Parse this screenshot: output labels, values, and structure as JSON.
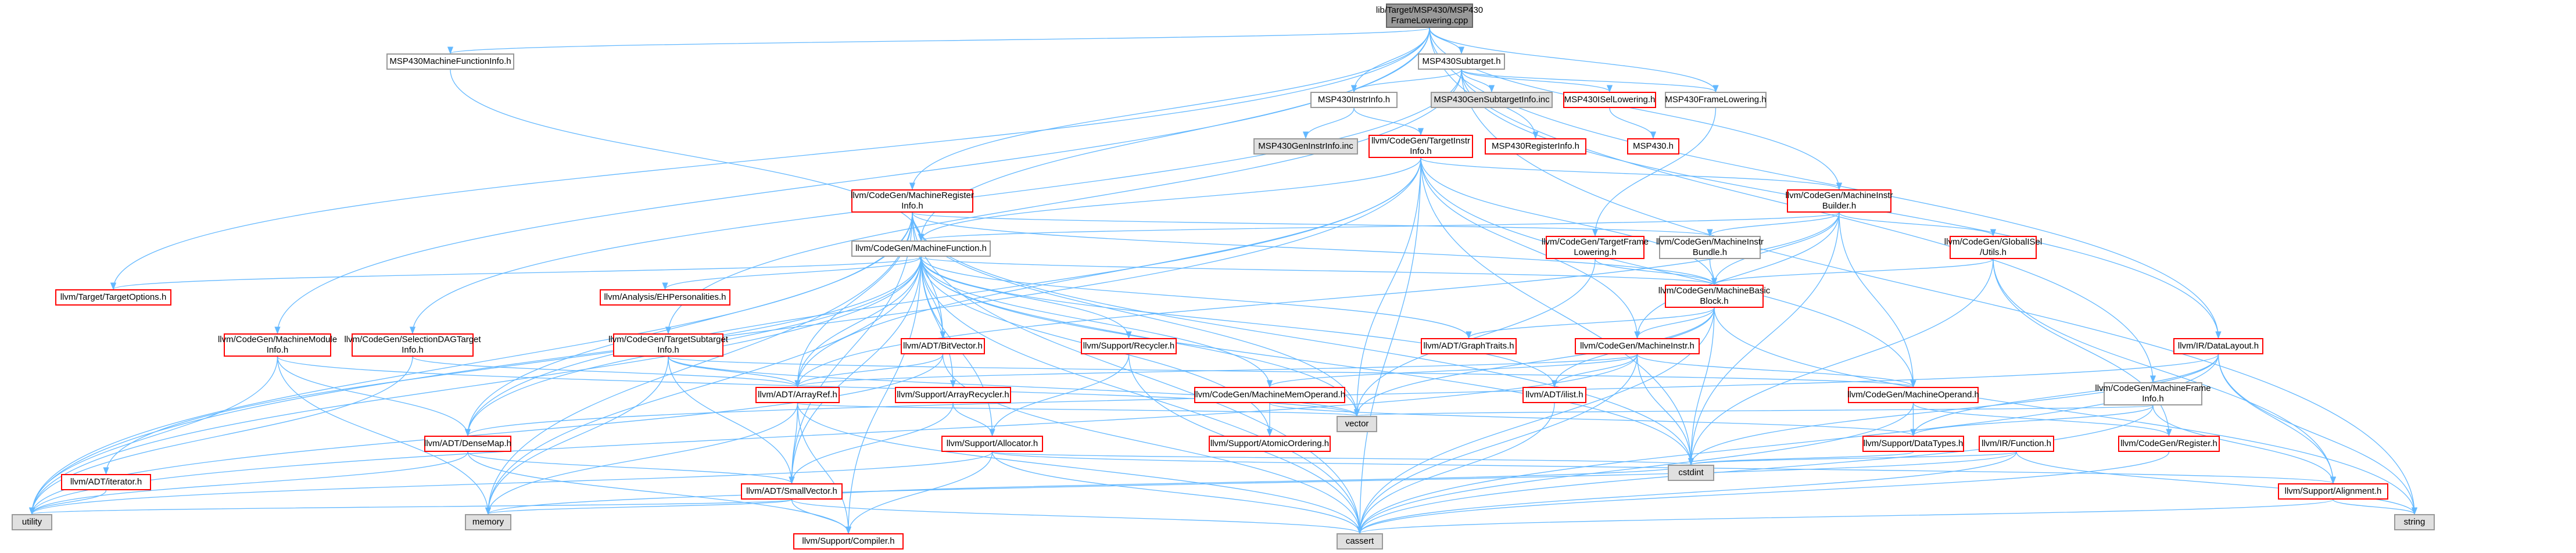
{
  "graph": {
    "edge_color": "#63b8ff",
    "nodes": {
      "root": "lib/Target/MSP430/MSP430\nFrameLowering.cpp",
      "mfi": "MSP430MachineFunctionInfo.h",
      "subtarget": "MSP430Subtarget.h",
      "instrinfo": "MSP430InstrInfo.h",
      "subtargetinfo": "MSP430GenSubtargetInfo.inc",
      "isellowering": "MSP430ISelLowering.h",
      "framelowering": "MSP430FrameLowering.h",
      "geninstrinfo": "MSP430GenInstrInfo.inc",
      "targetinstrinfo": "llvm/CodeGen/TargetInstr\nInfo.h",
      "registerinfo": "MSP430RegisterInfo.h",
      "msp430h": "MSP430.h",
      "machineregisterinfo": "llvm/CodeGen/MachineRegister\nInfo.h",
      "machineinstrbuilder": "llvm/CodeGen/MachineInstr\nBuilder.h",
      "machinefunction": "llvm/CodeGen/MachineFunction.h",
      "targetframelowering": "llvm/CodeGen/TargetFrame\nLowering.h",
      "machineinstrbundle": "llvm/CodeGen/MachineInstr\nBundle.h",
      "globalisel": "llvm/CodeGen/GlobalISel\n/Utils.h",
      "targetoptions": "llvm/Target/TargetOptions.h",
      "ehpersonalities": "llvm/Analysis/EHPersonalities.h",
      "machinebasicblock": "llvm/CodeGen/MachineBasic\nBlock.h",
      "machinemoduleinfo": "llvm/CodeGen/MachineModule\nInfo.h",
      "selectiondag": "llvm/CodeGen/SelectionDAGTarget\nInfo.h",
      "targetsubtarget": "llvm/CodeGen/TargetSubtarget\nInfo.h",
      "bitvector": "llvm/ADT/BitVector.h",
      "recycler": "llvm/Support/Recycler.h",
      "graphtraits": "llvm/ADT/GraphTraits.h",
      "machineinstr": "llvm/CodeGen/MachineInstr.h",
      "datalayout": "llvm/IR/DataLayout.h",
      "arrayref": "llvm/ADT/ArrayRef.h",
      "arrayrecycler": "llvm/Support/ArrayRecycler.h",
      "memoperand": "llvm/CodeGen/MachineMemOperand.h",
      "ilist": "llvm/ADT/ilist.h",
      "machineoperand": "llvm/CodeGen/MachineOperand.h",
      "machineframeinfo": "llvm/CodeGen/MachineFrame\nInfo.h",
      "densemap": "llvm/ADT/DenseMap.h",
      "vector": "vector",
      "allocator": "llvm/Support/Allocator.h",
      "atomicordering": "llvm/Support/AtomicOrdering.h",
      "datatypes": "llvm/Support/DataTypes.h",
      "function": "llvm/IR/Function.h",
      "register": "llvm/CodeGen/Register.h",
      "iterator": "llvm/ADT/iterator.h",
      "smallvector": "llvm/ADT/SmallVector.h",
      "cstdint": "cstdint",
      "alignment": "llvm/Support/Alignment.h",
      "utility": "utility",
      "memory": "memory",
      "compiler": "llvm/Support/Compiler.h",
      "cassert": "cassert",
      "string": "string"
    }
  }
}
